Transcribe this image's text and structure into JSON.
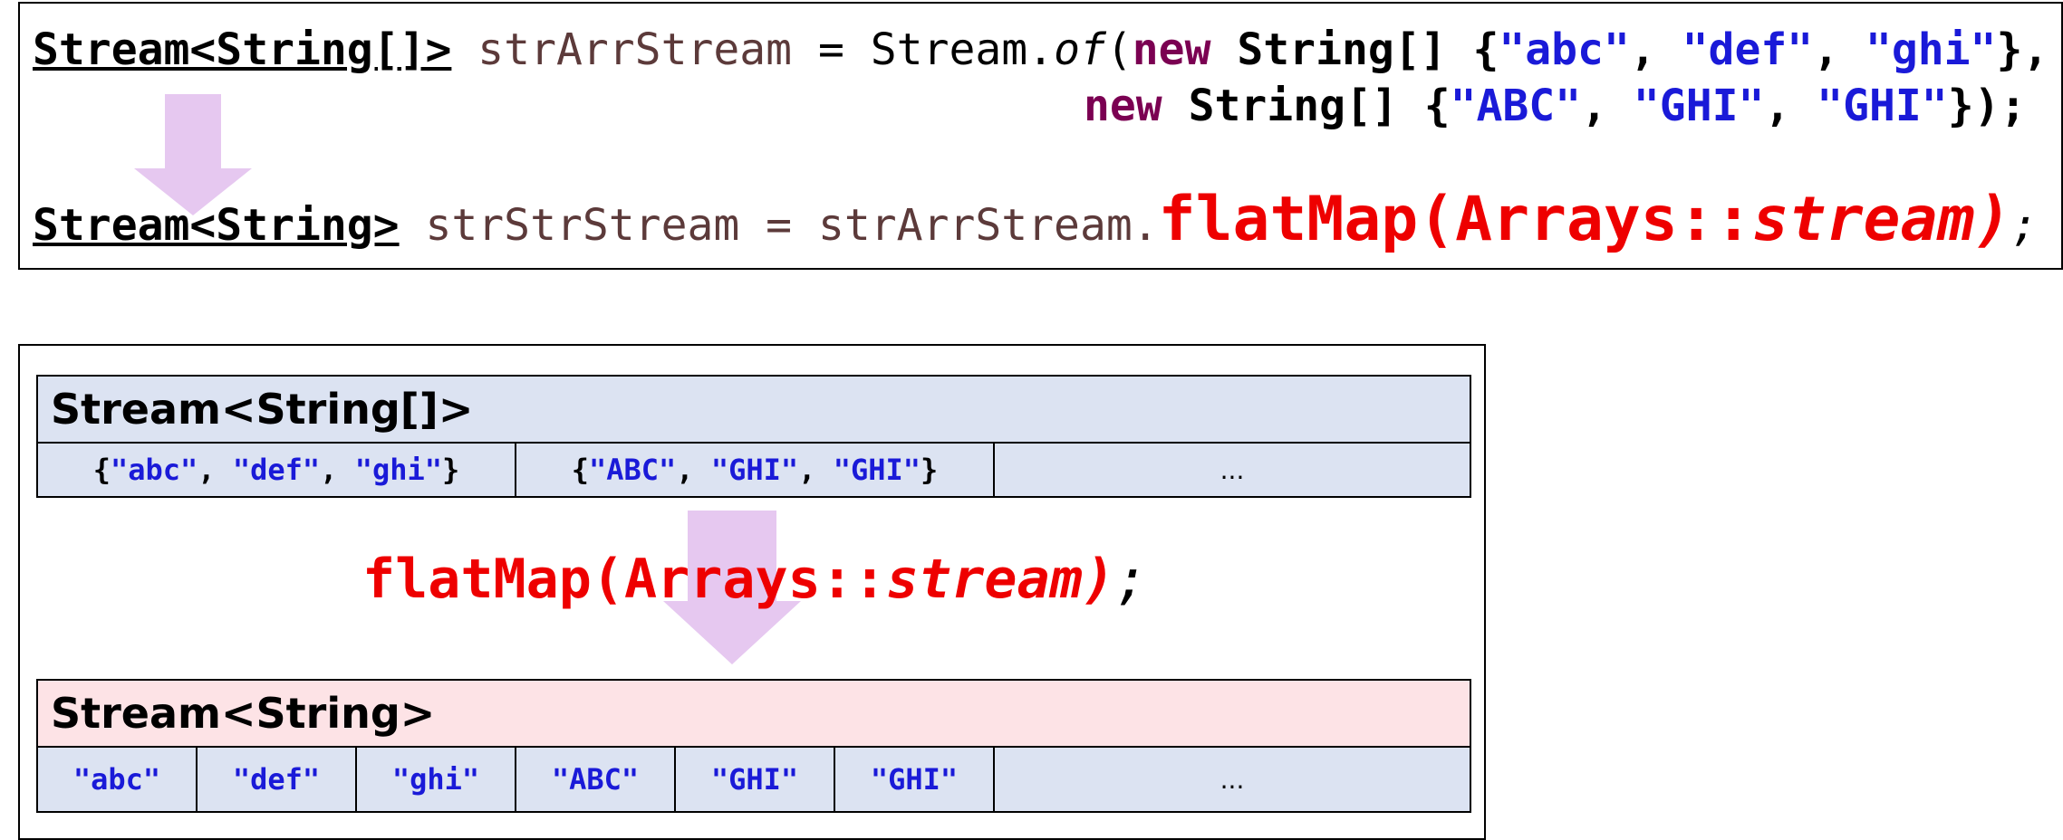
{
  "code": {
    "line1": {
      "type": "Stream<String[]>",
      "var": "strArrStream",
      "assign": " = ",
      "call_prefix": "Stream.",
      "call_method": "of",
      "open": "(",
      "new_kw": "new",
      "arr_type": " String[] ",
      "open_brace": "{",
      "s1": "\"abc\"",
      "c1": ", ",
      "s2": "\"def\"",
      "c2": ", ",
      "s3": "\"ghi\"",
      "close": "},"
    },
    "line2": {
      "new_kw": "new",
      "arr_type": " String[] ",
      "open_brace": "{",
      "s1": "\"ABC\"",
      "c1": ", ",
      "s2": "\"GHI\"",
      "c2": ", ",
      "s3": "\"GHI\"",
      "close": "});"
    },
    "line3": {
      "type": "Stream<String>",
      "var": "strStrStream",
      "assign": " = ",
      "source": "strArrStream.",
      "method": "flatMap(Arrays::",
      "method_ref": "stream",
      "method_close": ")",
      "semicolon": ";"
    }
  },
  "diagram": {
    "top_panel": {
      "title": "Stream<String[]>",
      "cells": [
        {
          "open": "{",
          "s1": "\"abc\"",
          "s2": "\"def\"",
          "s3": "\"ghi\"",
          "close": "}"
        },
        {
          "open": "{",
          "s1": "\"ABC\"",
          "s2": "\"GHI\"",
          "s3": "\"GHI\"",
          "close": "}"
        }
      ],
      "sep": ", ",
      "ellipsis": "..."
    },
    "operation": {
      "method": "flatMap(Arrays::",
      "method_ref": "stream",
      "method_close": ")",
      "semicolon": ";"
    },
    "bottom_panel": {
      "title": "Stream<String>",
      "cells": [
        "\"abc\"",
        "\"def\"",
        "\"ghi\"",
        "\"ABC\"",
        "\"GHI\"",
        "\"GHI\""
      ],
      "ellipsis": "..."
    }
  },
  "colors": {
    "keyword": "#7b0052",
    "string_literal": "#1a1ad8",
    "highlight": "#ee0000",
    "variable": "#5c3a3a",
    "arrow": "#e6c8f0",
    "panel_blue": "#dce3f2",
    "panel_pink": "#fde3e6"
  },
  "icons": {
    "code_arrow": "down-arrow-icon",
    "diagram_arrow": "down-arrow-icon"
  }
}
